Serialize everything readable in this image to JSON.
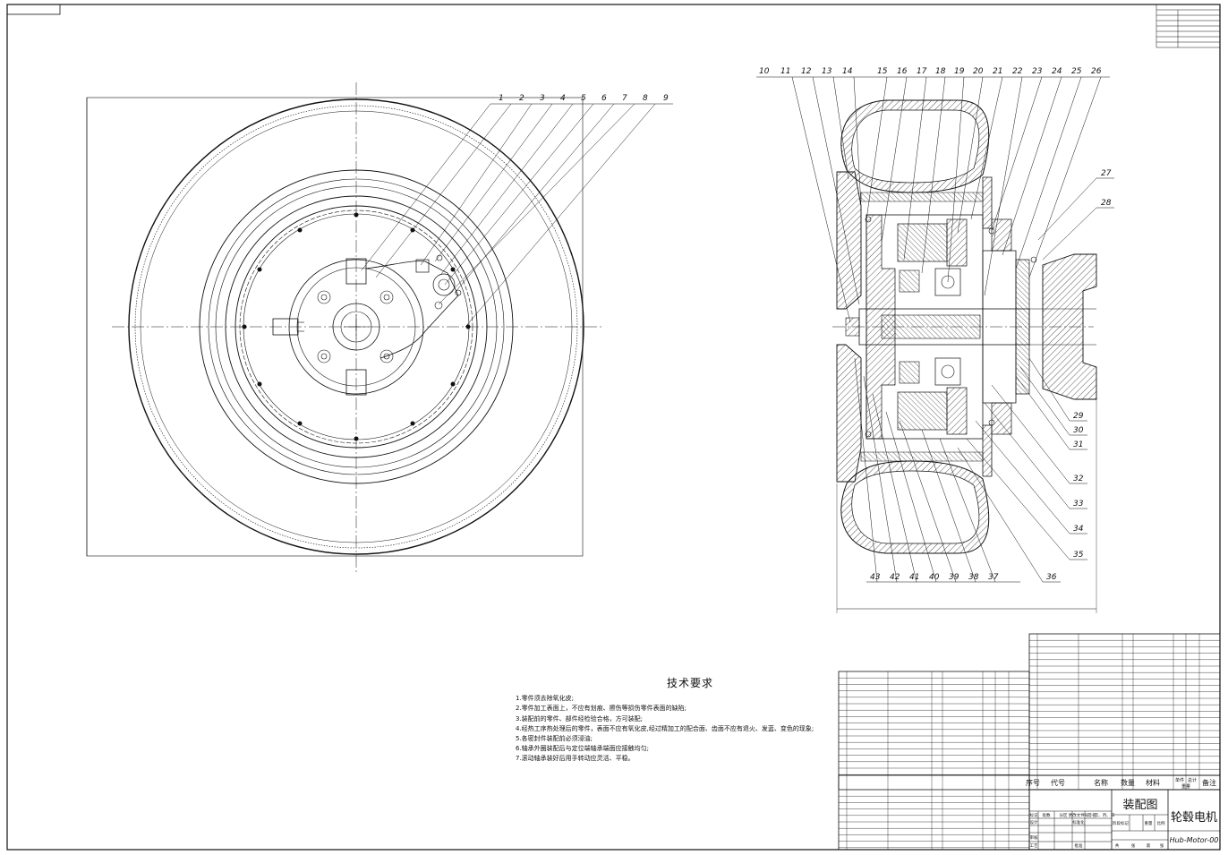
{
  "drawing": {
    "title": "装配图",
    "product": "轮毂电机",
    "drawing_no": "Hub-Motor-00",
    "bom_headers": [
      "序号",
      "代号",
      "名称",
      "数量",
      "材料",
      "单件",
      "总计",
      "重量",
      "备注"
    ],
    "approval_labels": [
      "标记",
      "处数",
      "分区",
      "更改文件号",
      "签名",
      "年、月、日",
      "设计",
      "标准化",
      "阶段标记",
      "重量",
      "比例",
      "审核",
      "工艺",
      "批准",
      "共",
      "张",
      "第",
      "张"
    ]
  },
  "notes": {
    "title": "技术要求",
    "lines": [
      "1.零件须去除氧化皮;",
      "2.零件加工表面上，不应有划痕、擦伤等损伤零件表面的缺陷;",
      "3.装配前的零件、部件经检验合格，方可装配;",
      "4.经热工序热处理后的零件，表面不应有氧化皮,经过精加工的配合面、齿面不应有退火、发蓝、变色的现象;",
      "5.各密封件装配前必须浸油;",
      "6.轴承外圈装配后与定位端轴承端面应接触均匀;",
      "7.滚动轴承装好后用手转动应灵活、平稳。"
    ]
  },
  "views": {
    "front_view_leaders": [
      "1",
      "2",
      "3",
      "4",
      "5",
      "6",
      "7",
      "8",
      "9"
    ],
    "section_top_leaders": [
      "10",
      "11",
      "12",
      "13",
      "14",
      "15",
      "16",
      "17",
      "18",
      "19",
      "20",
      "21",
      "22",
      "23",
      "24",
      "25",
      "26"
    ],
    "section_right_leaders": [
      "27",
      "28",
      "29",
      "30",
      "31",
      "32",
      "33",
      "34",
      "35",
      "36"
    ],
    "section_bottom_leaders": [
      "43",
      "42",
      "41",
      "40",
      "39",
      "38",
      "37"
    ]
  },
  "colors": {
    "line": "#111111",
    "background": "#ffffff"
  }
}
